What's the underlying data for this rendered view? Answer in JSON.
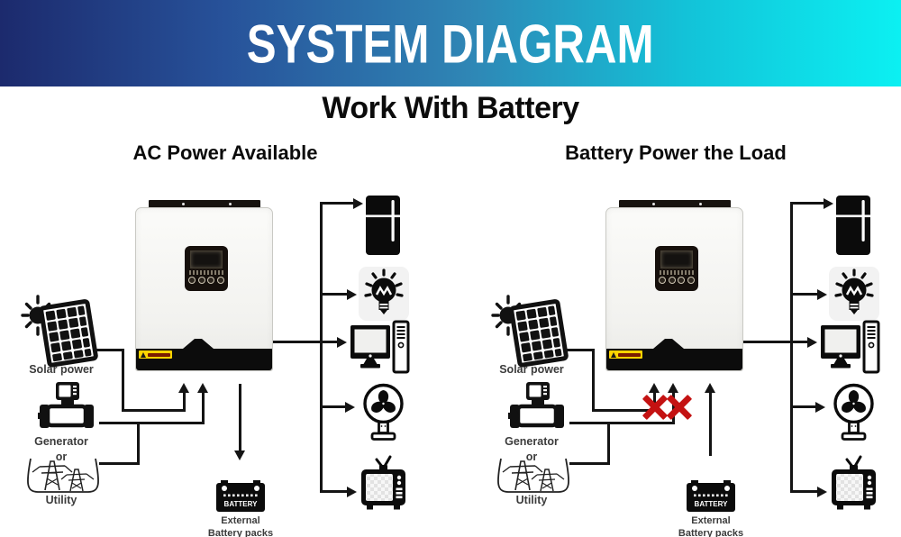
{
  "header": {
    "title": "SYSTEM DIAGRAM"
  },
  "subtitle": "Work With Battery",
  "colors": {
    "header_gradient_left": "#1c2a6d",
    "header_gradient_mid": "#2f86b5",
    "header_gradient_right": "#0bf0f2",
    "connector_line": "#141414",
    "x_mark_red": "#c41212",
    "caution_sticker_yellow": "#ffd400",
    "header_text": "#ffffff",
    "label_text": "#3c3c3c"
  },
  "panels": [
    {
      "title": "AC Power Available",
      "sources": {
        "solar_label": "Solar power",
        "generator_label": "Generator",
        "or_label": "or",
        "utility_label": "Utility"
      },
      "battery": {
        "label": "BATTERY",
        "caption_line1": "External",
        "caption_line2": "Battery packs",
        "flow_direction": "inverter-to-battery"
      },
      "loads": [
        "refrigerator",
        "light bulb",
        "computer",
        "fan",
        "tv"
      ],
      "inputs_blocked": false
    },
    {
      "title": "Battery Power the Load",
      "sources": {
        "solar_label": "Solar power",
        "generator_label": "Generator",
        "or_label": "or",
        "utility_label": "Utility"
      },
      "battery": {
        "label": "BATTERY",
        "caption_line1": "External",
        "caption_line2": "Battery packs",
        "flow_direction": "battery-to-inverter"
      },
      "loads": [
        "refrigerator",
        "light bulb",
        "computer",
        "fan",
        "tv"
      ],
      "inputs_blocked": true
    }
  ]
}
